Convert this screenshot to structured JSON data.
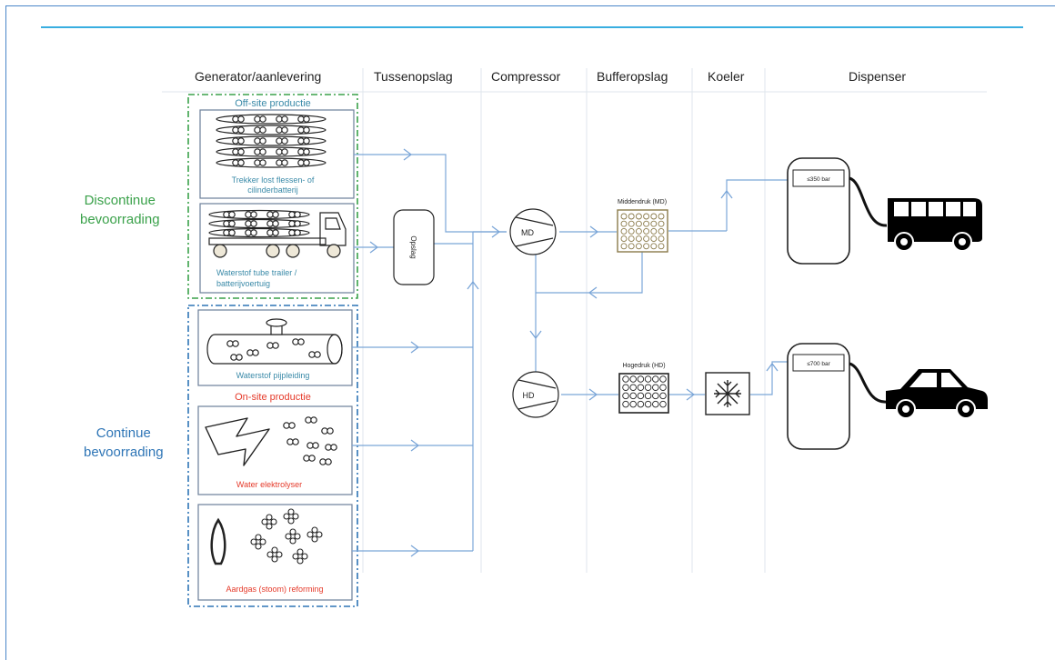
{
  "columns": [
    "Generator/aanlevering",
    "Tussenopslag",
    "Compressor",
    "Bufferopslag",
    "Koeler",
    "Dispenser"
  ],
  "side_labels": {
    "discontinue": [
      "Discontinue",
      "bevoorrading"
    ],
    "continue": [
      "Continue",
      "bevoorrading"
    ]
  },
  "sources": {
    "offsite_title": "Off-site productie",
    "trekker": [
      "Trekker lost flessen- of",
      "cilinderbatterij"
    ],
    "tube_trailer": [
      "Waterstof tube trailer /",
      "batterijvoertuig"
    ],
    "pijpleiding": "Waterstof pijpleiding",
    "onsite_title": "On-site productie",
    "elektrolyser": "Water elektrolyser",
    "reforming": "Aardgas (stoom) reforming"
  },
  "components": {
    "opslag": "Opslag",
    "md": "MD",
    "hd": "HD",
    "middendruk": "Middendruk (MD)",
    "hogedruk": "Hogedruk (HD)",
    "dispenser_350": "≤350 bar",
    "dispenser_700": "≤700 bar"
  },
  "colors": {
    "green": "#3aa14a",
    "blue": "#2e75b6",
    "red": "#e53a2a",
    "teal": "#3a8aa8",
    "line": "#7ba6d8"
  },
  "icons": [
    "bus-icon",
    "car-icon",
    "snowflake-icon",
    "lightning-icon",
    "flame-icon",
    "truck-icon",
    "pipeline-icon"
  ]
}
